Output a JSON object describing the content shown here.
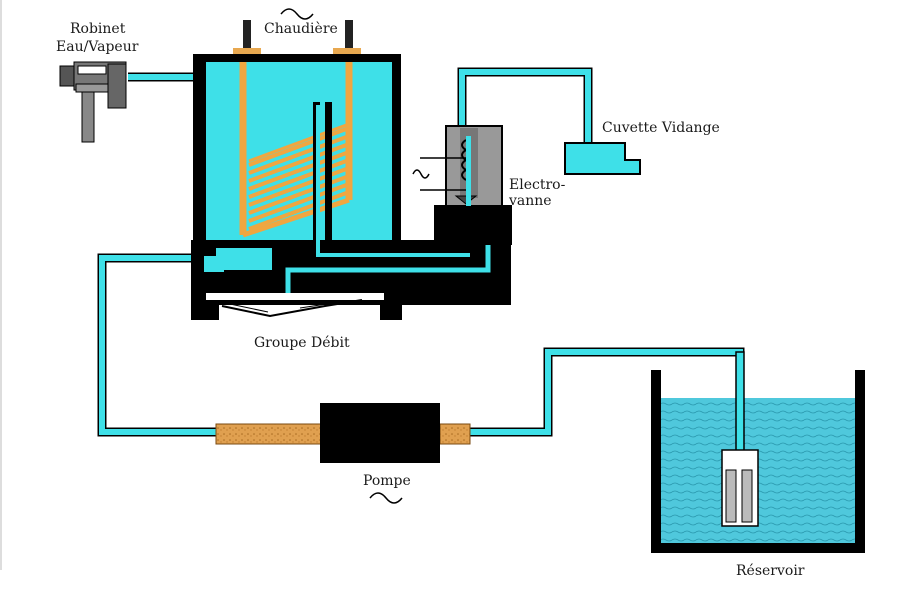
{
  "labels": {
    "robinet_line1": "Robinet",
    "robinet_line2": "Eau/Vapeur",
    "chaudiere": "Chaudière",
    "cuvette": "Cuvette Vidange",
    "electrovanne_line1": "Electro-",
    "electrovanne_line2": "vanne",
    "groupe_debit": "Groupe Débit",
    "pompe": "Pompe",
    "reservoir": "Réservoir"
  },
  "colors": {
    "water": "#3ee0e8",
    "water_reservoir": "#4fc8dc",
    "body": "#000000",
    "copper": "#f0a640",
    "hose": "#e0a050",
    "valve_grey": "#999999"
  },
  "icons": {
    "ac_symbol": "sine-wave-icon"
  }
}
